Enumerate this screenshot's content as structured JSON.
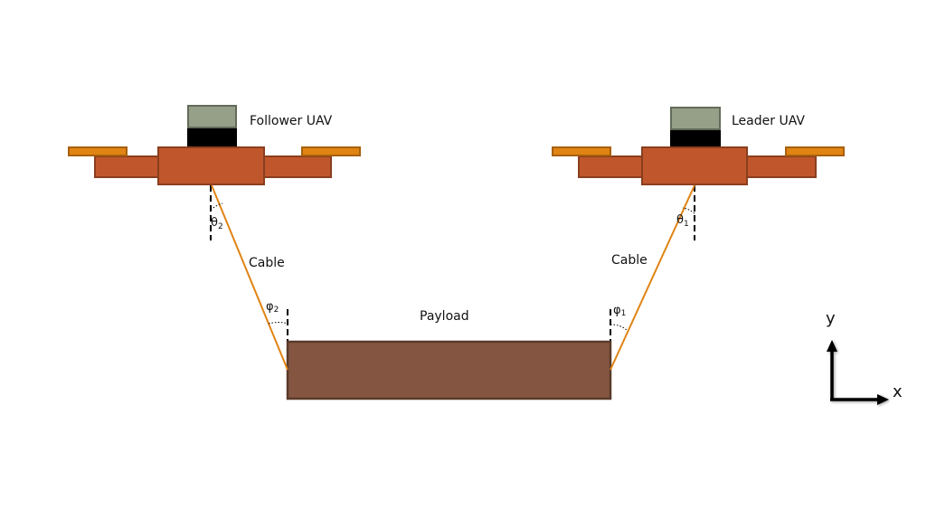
{
  "colors": {
    "uav_body": "#c0572c",
    "uav_border": "#8a3e1e",
    "propeller": "#e08414",
    "propeller_border": "#a8600c",
    "sensor_top": "#969f88",
    "sensor_border": "#636c5a",
    "sensor_base": "#000000",
    "cable": "#e08414",
    "payload_fill": "#845641",
    "payload_border": "#5a3a2a",
    "axis": "#000000"
  },
  "uavs": {
    "follower": {
      "label": "Follower UAV",
      "angle_symbol": "θ",
      "angle_sub": "2"
    },
    "leader": {
      "label": "Leader UAV",
      "angle_symbol": "θ",
      "angle_sub": "1"
    }
  },
  "cables": {
    "left": {
      "label": "Cable",
      "angle_symbol": "φ",
      "angle_sub": "2"
    },
    "right": {
      "label": "Cable",
      "angle_symbol": "φ",
      "angle_sub": "1"
    }
  },
  "payload": {
    "label": "Payload"
  },
  "axes": {
    "x_label": "x",
    "y_label": "y"
  }
}
